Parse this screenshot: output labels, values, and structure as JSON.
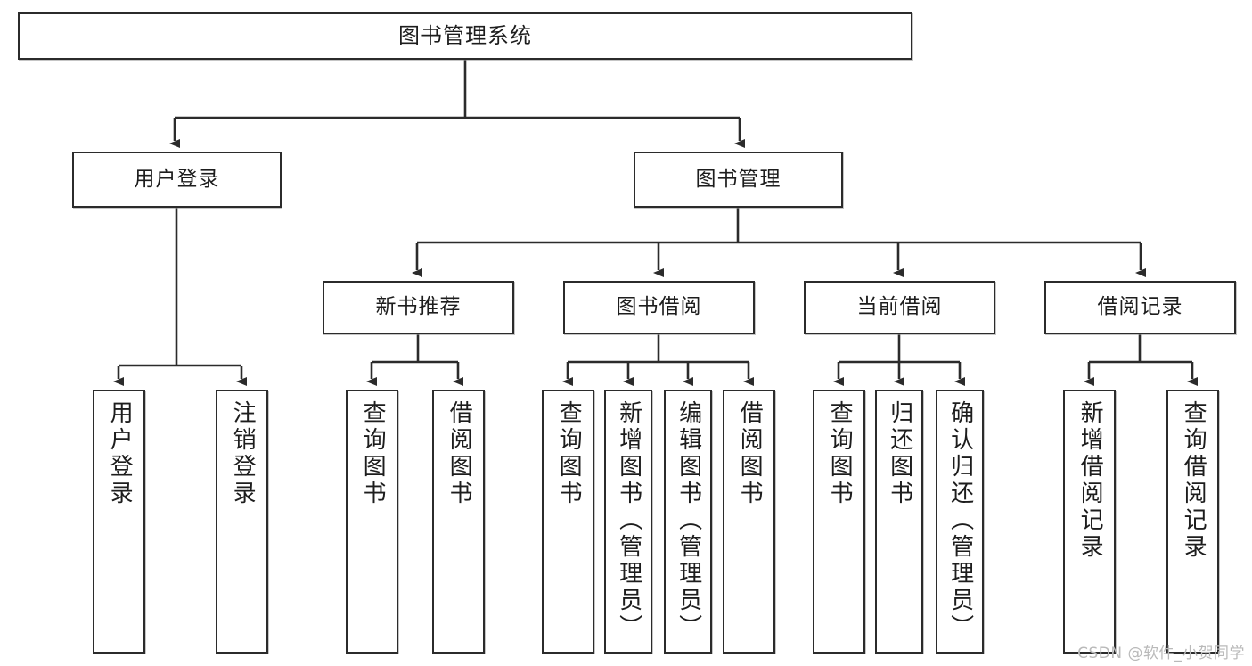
{
  "diagram": {
    "title": "图书管理系统",
    "watermark": "CSDN @软件_小贺同学",
    "line_color": "#2b2b2b",
    "box_fill": "#ffffff",
    "text_color": "#1d1d1d"
  },
  "nodes": {
    "root": {
      "label": "图书管理系统"
    },
    "level2": [
      {
        "label": "用户登录"
      },
      {
        "label": "图书管理"
      }
    ],
    "level3": [
      {
        "label": "新书推荐"
      },
      {
        "label": "图书借阅"
      },
      {
        "label": "当前借阅"
      },
      {
        "label": "借阅记录"
      }
    ],
    "leaves": {
      "user_login": [
        {
          "label": "用户登录"
        },
        {
          "label": "注销登录"
        }
      ],
      "new_book": [
        {
          "label": "查询图书"
        },
        {
          "label": "借阅图书"
        }
      ],
      "book_borrow": [
        {
          "label": "查询图书"
        },
        {
          "label": "新增图书（管理员）"
        },
        {
          "label": "编辑图书（管理员）"
        },
        {
          "label": "借阅图书"
        }
      ],
      "current_borrow": [
        {
          "label": "查询图书"
        },
        {
          "label": "归还图书"
        },
        {
          "label": "确认归还（管理员）"
        }
      ],
      "borrow_record": [
        {
          "label": "新增借阅记录"
        },
        {
          "label": "查询借阅记录"
        }
      ]
    }
  }
}
